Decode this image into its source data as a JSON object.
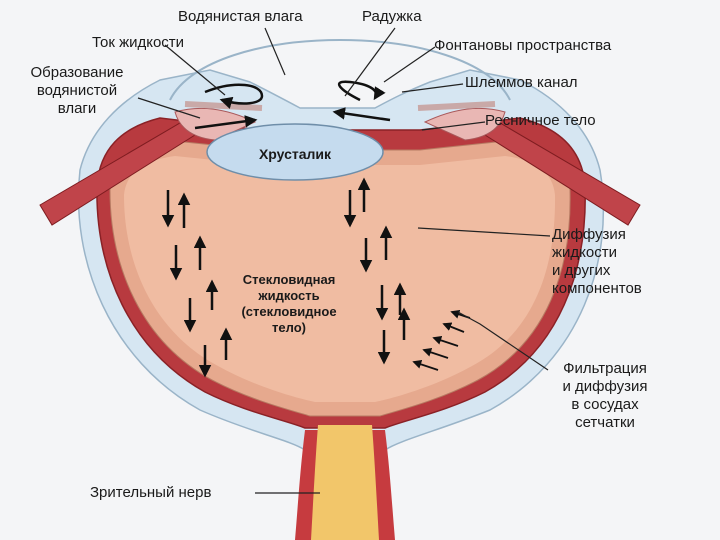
{
  "labels": {
    "aqueous_humor": "Водянистая влага",
    "iris": "Радужка",
    "fluid_flow": "Ток жидкости",
    "fontana_spaces": "Фонтановы пространства",
    "formation_l1": "Образование",
    "formation_l2": "водянистой",
    "formation_l3": "влаги",
    "schlemm_canal": "Шлеммов канал",
    "ciliary_body": "Ресничное тело",
    "lens": "Хрусталик",
    "diffusion_l1": "Диффузия",
    "diffusion_l2": "жидкости",
    "diffusion_l3": "и других",
    "diffusion_l4": "компонентов",
    "vitreous_l1": "Стекловидная",
    "vitreous_l2": "жидкость",
    "vitreous_l3": "(стекловидное",
    "vitreous_l4": "тело)",
    "filtration_l1": "Фильтрация",
    "filtration_l2": "и диффузия",
    "filtration_l3": "в сосудах",
    "filtration_l4": "сетчатки",
    "optic_nerve": "Зрительный нерв"
  },
  "colors": {
    "background": "#f4f5f7",
    "sclera": "#d6e6f2",
    "choroid": "#b83a3f",
    "retina": "#e6a98e",
    "vitreous": "#f0bca2",
    "lens": "#c5dbee",
    "nerve": "#f2c66a",
    "arrow": "#111111",
    "leader": "#222222"
  }
}
